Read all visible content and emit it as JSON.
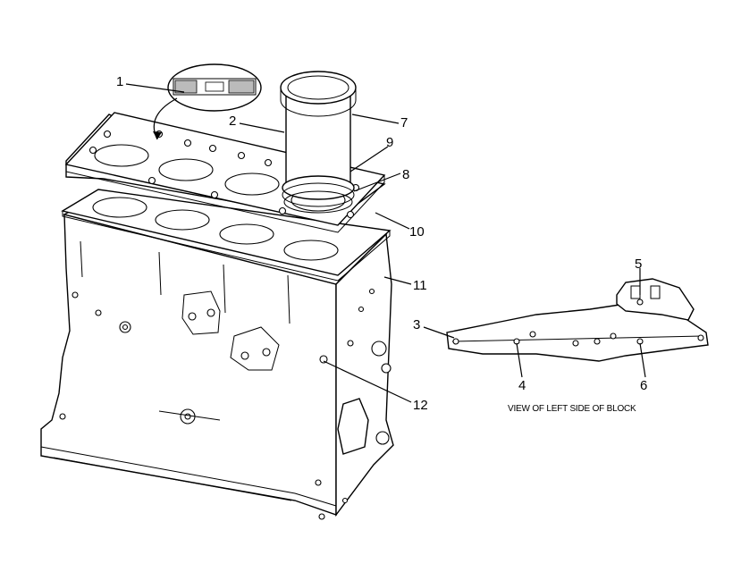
{
  "caption": "VIEW OF LEFT SIDE OF BLOCK",
  "callouts": [
    {
      "id": "c1",
      "text": "1"
    },
    {
      "id": "c2",
      "text": "2"
    },
    {
      "id": "c3",
      "text": "3"
    },
    {
      "id": "c4",
      "text": "4"
    },
    {
      "id": "c5",
      "text": "5"
    },
    {
      "id": "c6",
      "text": "6"
    },
    {
      "id": "c7",
      "text": "7"
    },
    {
      "id": "c8",
      "text": "8"
    },
    {
      "id": "c9",
      "text": "9"
    },
    {
      "id": "c10",
      "text": "10"
    },
    {
      "id": "c11",
      "text": "11"
    },
    {
      "id": "c12",
      "text": "12"
    }
  ]
}
